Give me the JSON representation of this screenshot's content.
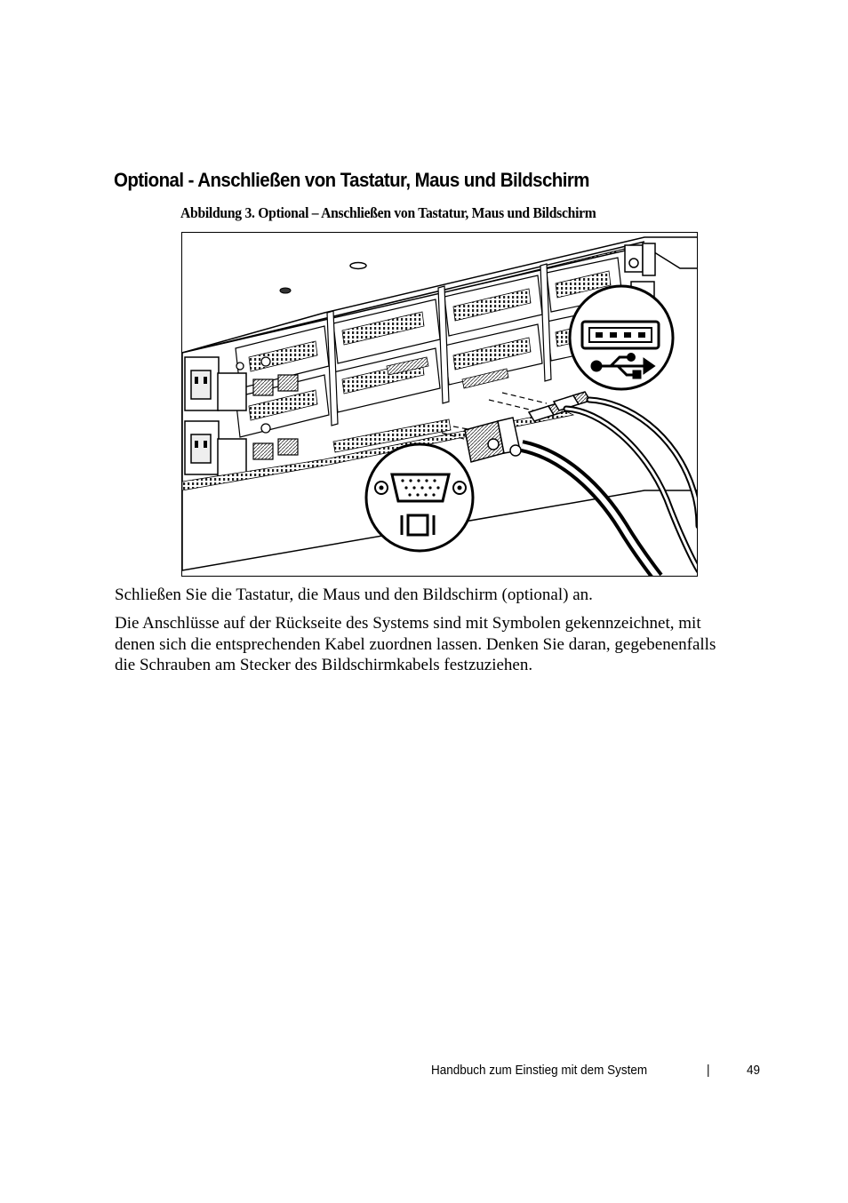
{
  "section": {
    "heading": "Optional - Anschließen von Tastatur, Maus und Bildschirm"
  },
  "figure": {
    "caption": "Abbildung 3. Optional – Anschließen von Tastatur, Maus und Bildschirm",
    "icons": [
      "usb-port-icon",
      "usb-symbol-icon",
      "vga-port-icon",
      "monitor-symbol-icon"
    ]
  },
  "body": {
    "paragraph_1": "Schließen Sie die Tastatur, die Maus und den Bildschirm (optional) an.",
    "paragraph_2": "Die Anschlüsse auf der Rückseite des Systems sind mit Symbolen gekennzeichnet, mit denen sich die entsprechenden Kabel zuordnen lassen. Denken Sie daran, gegebenenfalls die Schrauben am Stecker des Bildschirmkabels festzuziehen."
  },
  "footer": {
    "title": "Handbuch zum Einstieg mit dem System",
    "separator": "|",
    "page_number": "49"
  }
}
